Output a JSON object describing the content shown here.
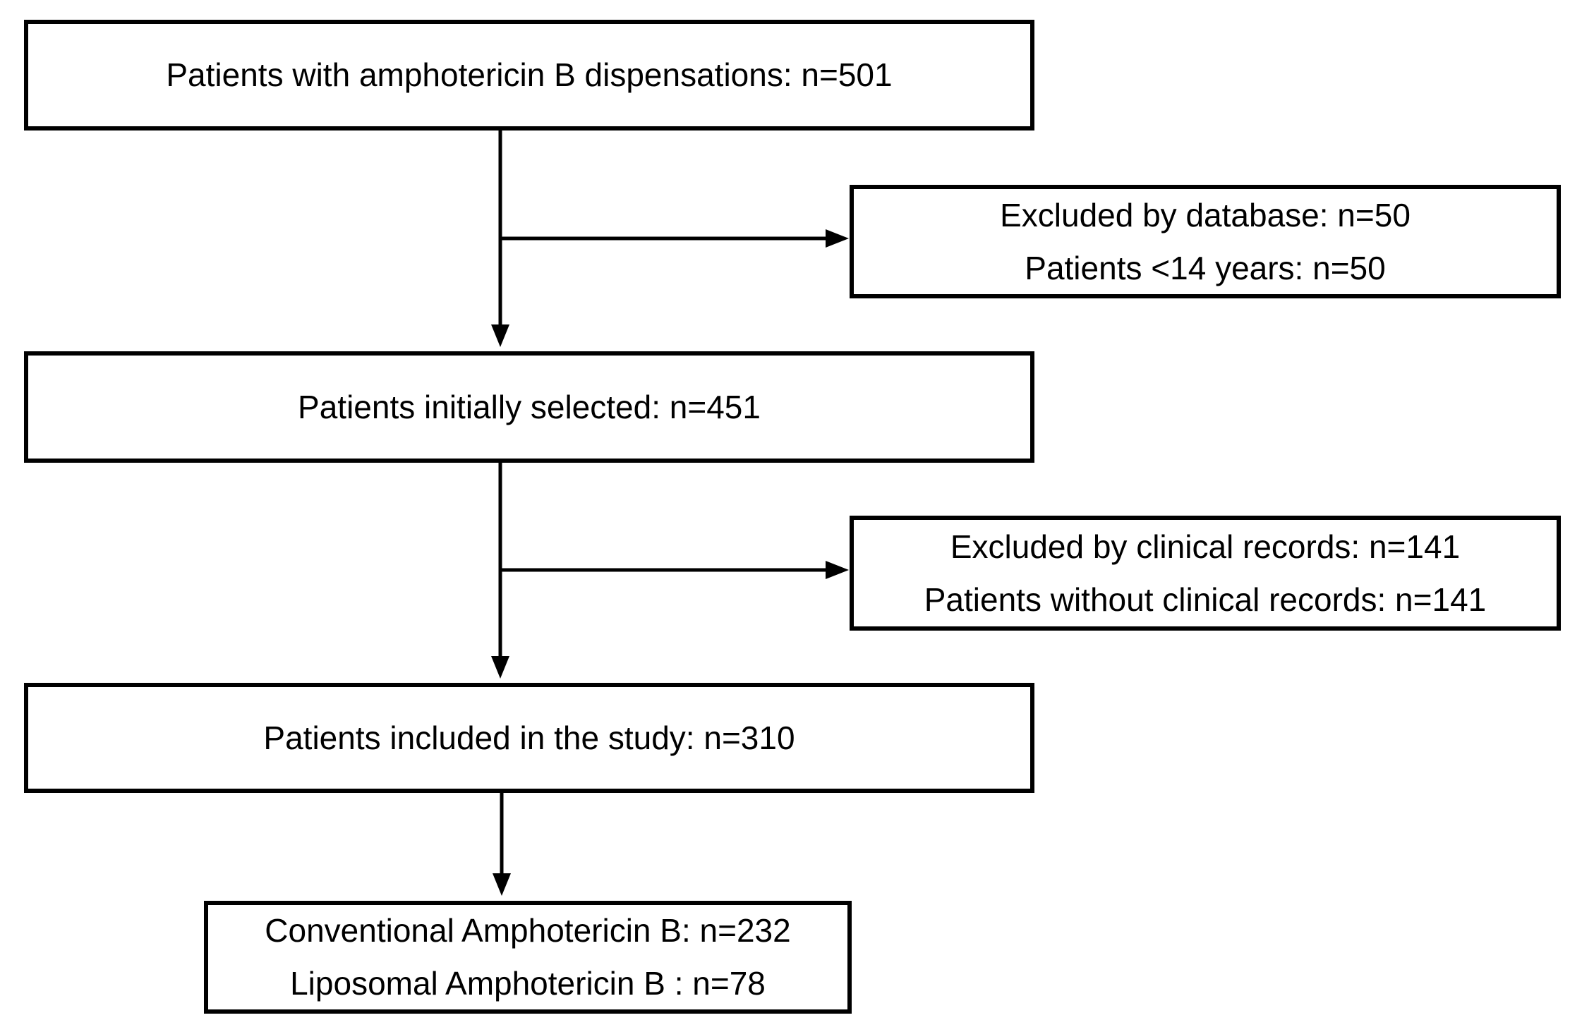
{
  "nodes": {
    "start": {
      "lines": [
        "Patients with amphotericin B dispensations: n=501"
      ]
    },
    "exclusion_database": {
      "lines": [
        "Excluded by database: n=50",
        "Patients <14 years: n=50"
      ]
    },
    "initially_selected": {
      "lines": [
        "Patients initially selected: n=451"
      ]
    },
    "exclusion_records": {
      "lines": [
        "Excluded by clinical records: n=141",
        "Patients without clinical records: n=141"
      ]
    },
    "included": {
      "lines": [
        "Patients included in the study: n=310"
      ]
    },
    "groups": {
      "lines": [
        "Conventional Amphotericin B: n=232",
        "Liposomal Amphotericin B : n=78"
      ]
    }
  },
  "edges": [
    {
      "from": "start",
      "to": "initially_selected"
    },
    {
      "from": "start",
      "to": "exclusion_database"
    },
    {
      "from": "initially_selected",
      "to": "included"
    },
    {
      "from": "initially_selected",
      "to": "exclusion_records"
    },
    {
      "from": "included",
      "to": "groups"
    }
  ]
}
